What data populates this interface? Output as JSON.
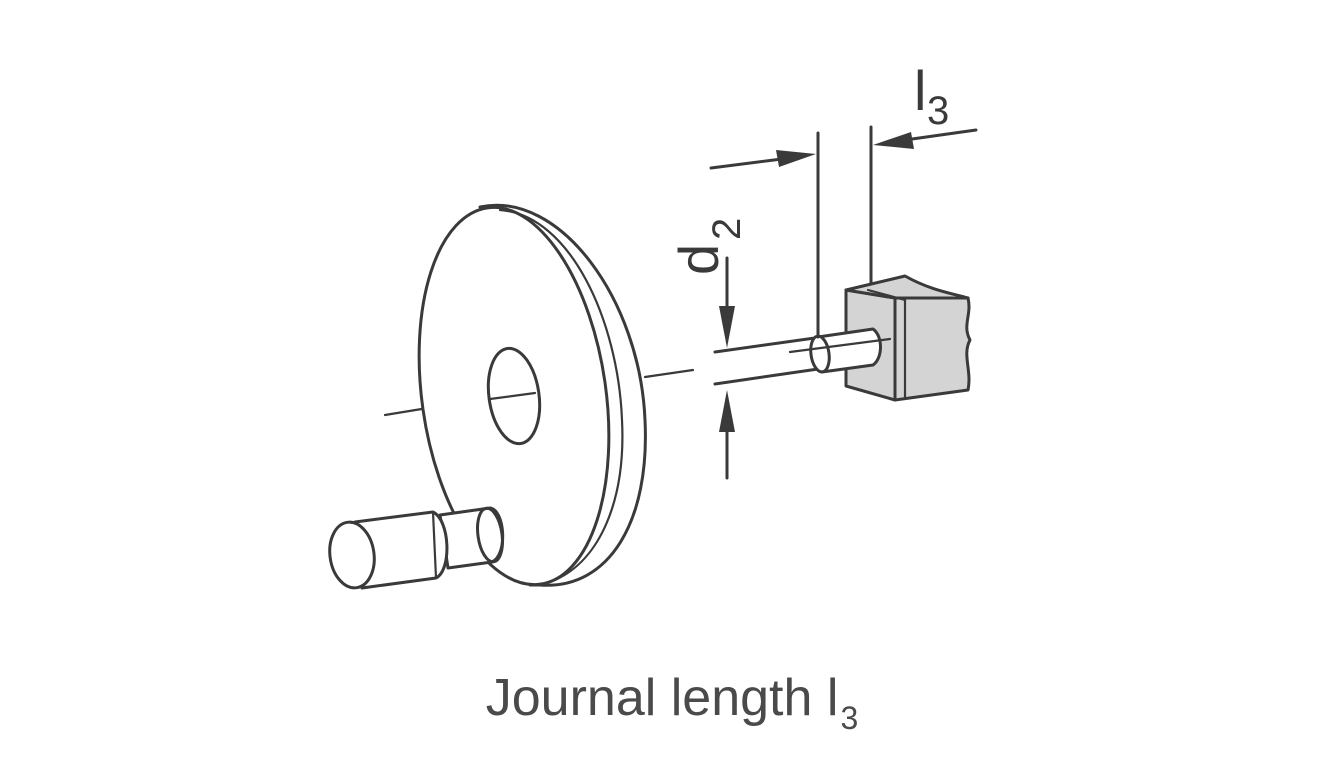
{
  "caption": {
    "text": "Journal length l",
    "subscript": "3"
  },
  "labels": {
    "l3_main": "l",
    "l3_sub": "3",
    "d2_main": "d",
    "d2_sub": "2"
  },
  "colors": {
    "line": "#3a3a3a",
    "block_fill": "#d4d4d4",
    "background": "#ffffff"
  }
}
